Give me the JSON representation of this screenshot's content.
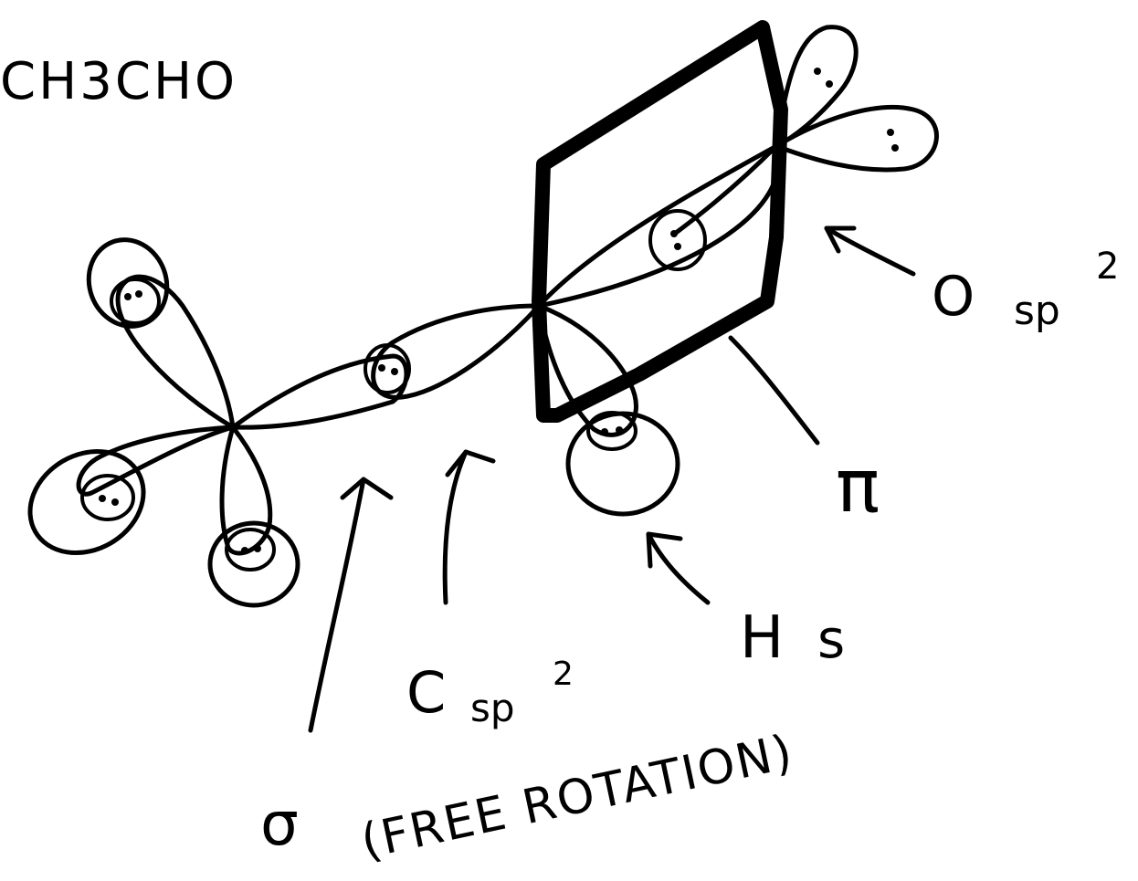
{
  "diagram": {
    "formula": "CH3CHO",
    "labels": {
      "o_sp2": {
        "main": "O",
        "sub": "sp",
        "sup": "2"
      },
      "pi": "π",
      "h_s": {
        "main": "H",
        "sub": "s"
      },
      "c_sp2": {
        "main": "C",
        "sub": "sp",
        "sup": "2"
      },
      "sigma": {
        "symbol": "σ",
        "note": "(FREE ROTATION)"
      }
    }
  }
}
